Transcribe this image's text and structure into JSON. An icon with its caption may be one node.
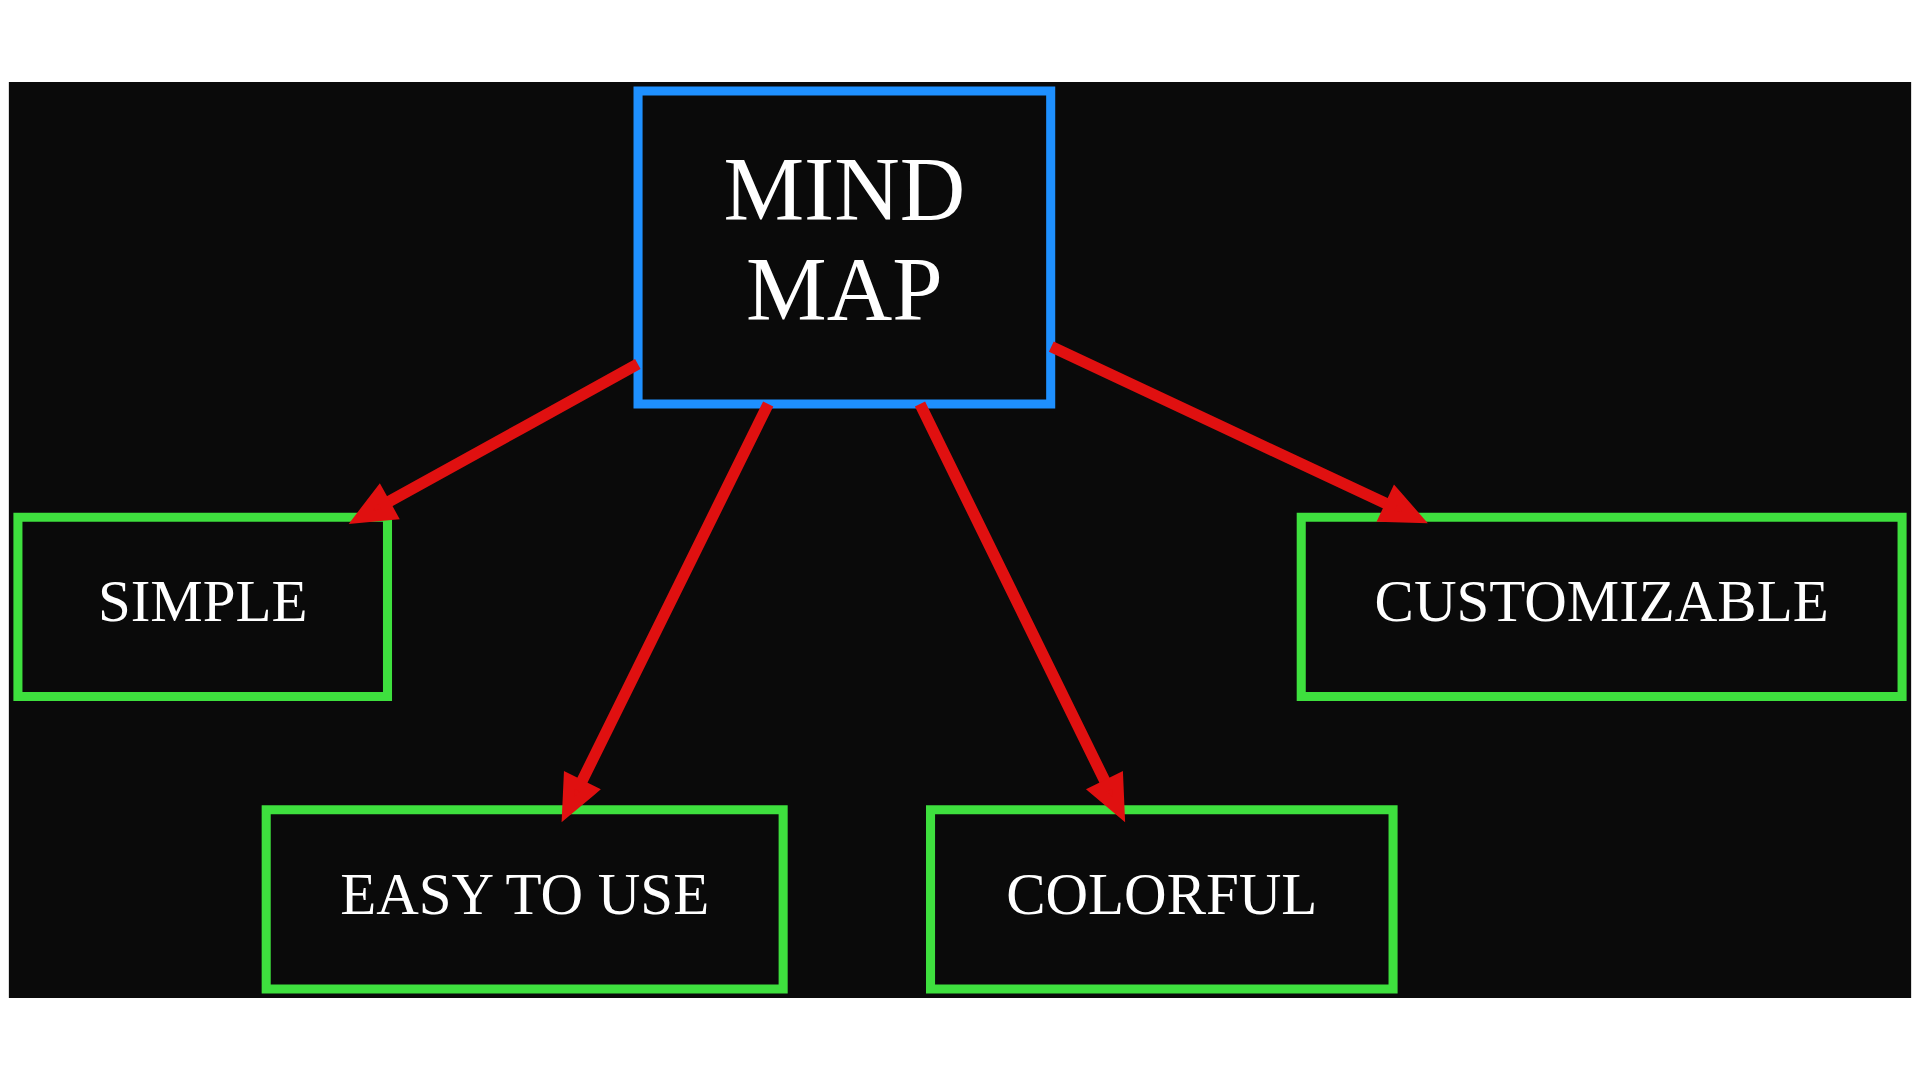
{
  "diagram": {
    "nodes": [
      {
        "text": [
          "MIND MAP"
        ]
      },
      {
        "text": [
          "SIMPLE"
        ]
      },
      {
        "text": [
          "CUSTOMIZABLE"
        ]
      },
      {
        "text": [
          "EASY TO USE"
        ]
      },
      {
        "text": [
          "COLORFUL"
        ]
      }
    ],
    "edges": [
      {
        "from": 0,
        "to": 1,
        "arrow": "to"
      },
      {
        "from": 0,
        "to": 2,
        "arrow": "to"
      },
      {
        "from": 0,
        "to": 3,
        "arrow": "to"
      },
      {
        "from": 0,
        "to": 4,
        "arrow": "to"
      }
    ]
  }
}
